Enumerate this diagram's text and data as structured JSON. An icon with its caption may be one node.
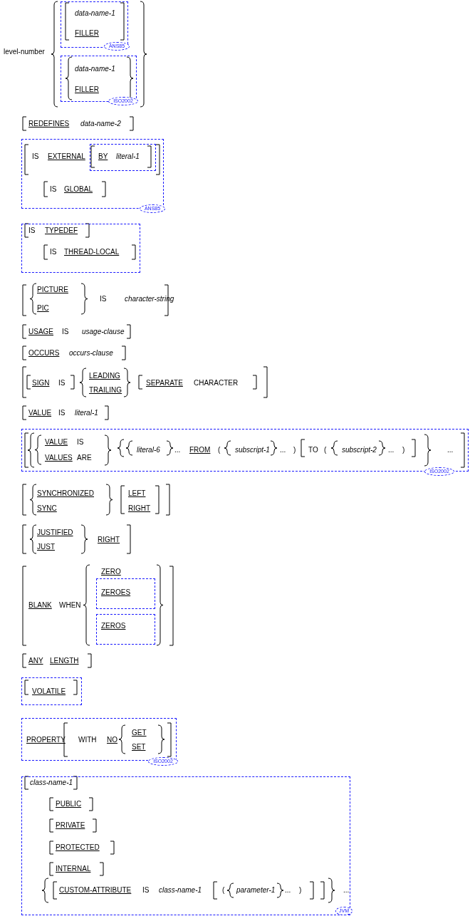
{
  "diagram": {
    "nodes": [
      {
        "text": [
          "data-name-1",
          "FILLER"
        ]
      },
      {
        "text": [
          "ANS85"
        ],
        "in": 0
      },
      {
        "text": [
          "data-name-1",
          "FILLER"
        ]
      },
      {
        "text": [
          "ISO2002"
        ],
        "in": 2
      },
      {
        "text": [
          "IS",
          "EXTERNAL",
          "IS",
          "GLOBAL"
        ]
      },
      {
        "text": [
          "BY",
          "literal-1"
        ],
        "in": 4
      },
      {
        "text": [
          "ANS85"
        ],
        "in": 4
      },
      {
        "text": [
          "IS",
          "TYPEDEF",
          "IS",
          "THREAD-LOCAL"
        ]
      },
      {
        "text": [
          "VALUE",
          "IS",
          "VALUES",
          "ARE",
          "literal-6",
          "...",
          "FROM",
          "(",
          "subscript-1",
          "...",
          ")",
          "TO",
          "(",
          "subscript-2",
          "...",
          ")",
          "..."
        ]
      },
      {
        "text": [
          "ISO2002"
        ],
        "in": 8
      },
      {
        "text": [
          "ZEROES"
        ]
      },
      {
        "text": [
          "ZEROS"
        ]
      },
      {
        "text": [
          "VOLATILE"
        ]
      },
      {
        "text": [
          "PROPERTY",
          "WITH",
          "NO",
          "GET",
          "SET"
        ]
      },
      {
        "text": [
          "ISO2002"
        ],
        "in": 13
      },
      {
        "text": [
          "class-name-1",
          "PUBLIC",
          "PRIVATE",
          "PROTECTED",
          "INTERNAL",
          "CUSTOM-ATTRIBUTE",
          "IS",
          "class-name-1",
          "(",
          "parameter-1",
          "...",
          ")",
          "..."
        ]
      },
      {
        "text": [
          "JVM"
        ],
        "in": 15
      }
    ],
    "labels": [
      "level-number",
      "REDEFINES",
      "data-name-2",
      "PICTURE",
      "PIC",
      "IS",
      "character-string",
      "USAGE",
      "IS",
      "usage-clause",
      "OCCURS",
      "occurs-clause",
      "SIGN",
      "IS",
      "LEADING",
      "TRAILING",
      "SEPARATE",
      "CHARACTER",
      "VALUE",
      "IS",
      "literal-1",
      "SYNCHRONIZED",
      "SYNC",
      "LEFT",
      "RIGHT",
      "JUSTIFIED",
      "JUST",
      "RIGHT",
      "BLANK",
      "WHEN",
      "ZERO",
      "ANY",
      "LENGTH"
    ]
  }
}
